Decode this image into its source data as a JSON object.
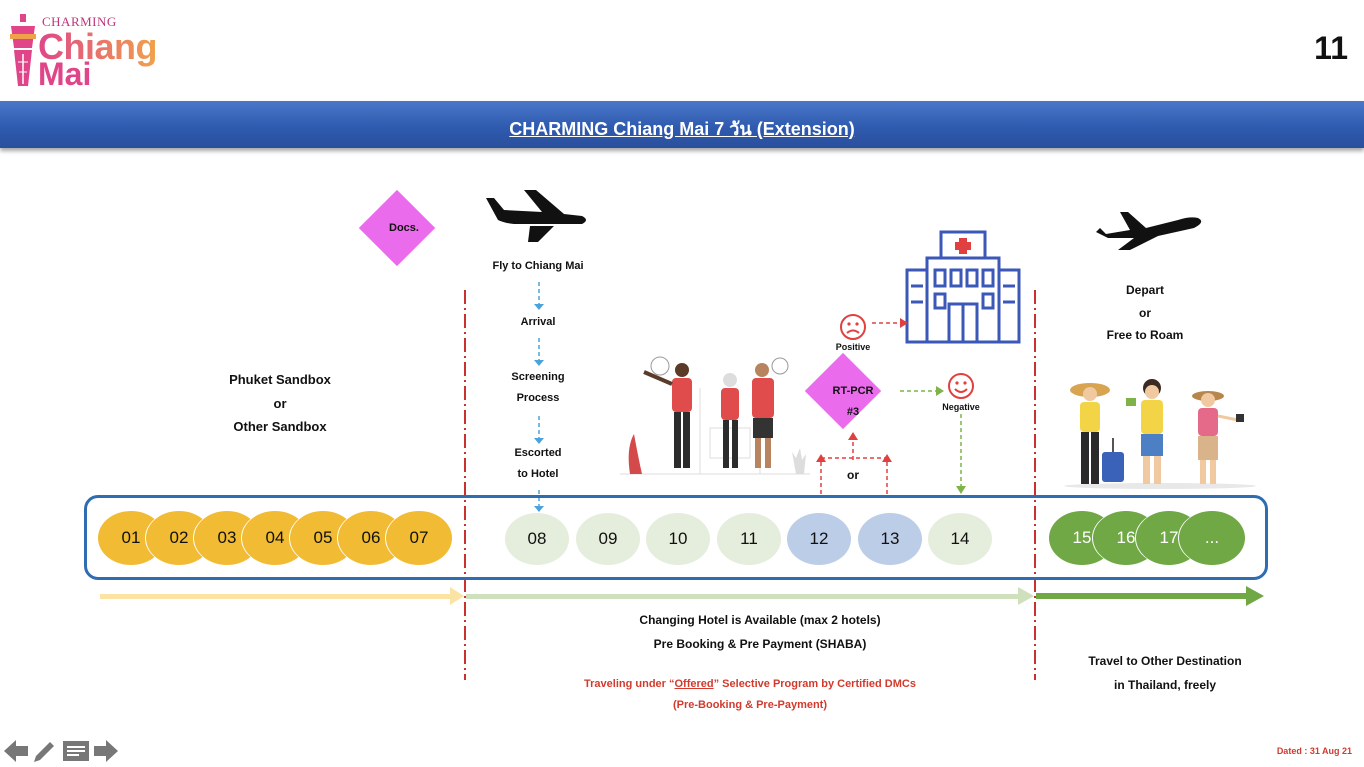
{
  "header": {
    "logo_top": "CHARMING",
    "logo_line1": "Chiang",
    "logo_line2": "Mai",
    "page_number": "11"
  },
  "banner": {
    "title": "CHARMING Chiang Mai 7 วัน (Extension)"
  },
  "left_section": {
    "line1": "Phuket Sandbox",
    "line2": "or",
    "line3": "Other Sandbox"
  },
  "docs": {
    "label": "Docs."
  },
  "arrival_flow": {
    "fly": "Fly to Chiang Mai",
    "arrival": "Arrival",
    "screening1": "Screening",
    "screening2": "Process",
    "escorted1": "Escorted",
    "escorted2": "to Hotel"
  },
  "test": {
    "line1": "RT-PCR",
    "line2": "#3",
    "positive": "Positive",
    "negative": "Negative",
    "or": "or"
  },
  "depart": {
    "line1": "Depart",
    "line2": "or",
    "line3": "Free to Roam"
  },
  "days": {
    "sandbox": [
      "01",
      "02",
      "03",
      "04",
      "05",
      "06",
      "07"
    ],
    "chiangmai": [
      "08",
      "09",
      "10",
      "11",
      "12",
      "13",
      "14"
    ],
    "free": [
      "15",
      "16",
      "17",
      "..."
    ]
  },
  "bottom": {
    "hotel_line1": "Changing Hotel is Available (max 2 hotels)",
    "hotel_line2": "Pre Booking & Pre Payment (SHABA)",
    "note_pre": "Traveling under “",
    "note_offered": "Offered",
    "note_post": "” Selective Program by Certified DMCs",
    "note_line2": "(Pre-Booking & Pre-Payment)",
    "travel_line1": "Travel to Other Destination",
    "travel_line2": "in Thailand, freely",
    "dated": "Dated : 31 Aug 21"
  },
  "colors": {
    "banner": "#2f5bb0",
    "diamond": "#ea6ced",
    "sandbox_day": "#f1bb34",
    "chiangmai_day": "#e5eddc",
    "test_day": "#bccde7",
    "free_day": "#70a845",
    "red": "#d23a2d"
  },
  "icons": [
    "lantern-logo-icon",
    "airplane-icon",
    "hospital-icon",
    "sad-face-icon",
    "smile-face-icon",
    "tourists-illustration",
    "travelers-illustration"
  ]
}
